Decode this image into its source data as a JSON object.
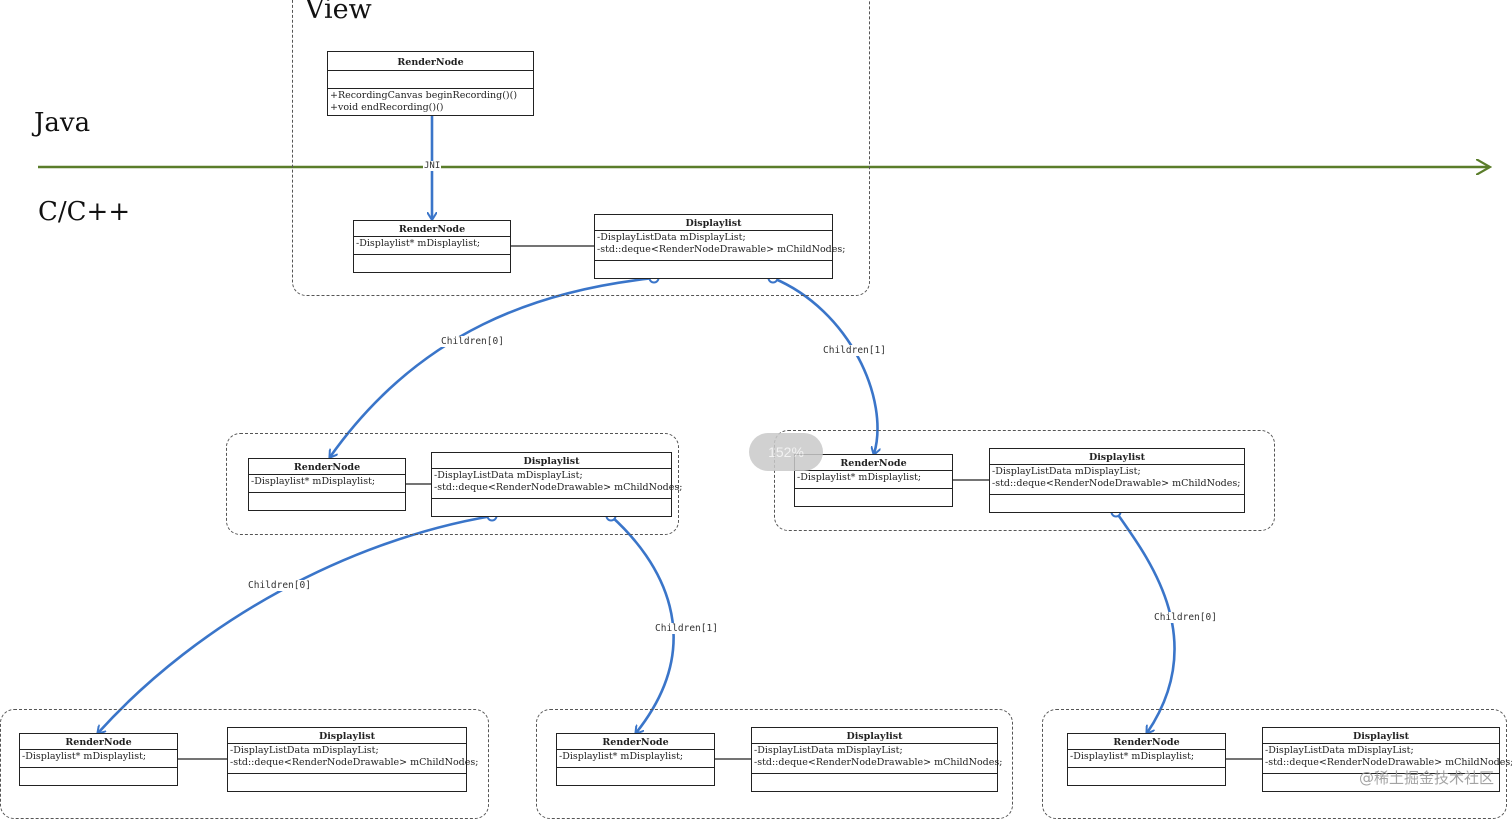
{
  "labels": {
    "view_title": "View",
    "java_lane": "Java",
    "c_lane": "C/C++",
    "jni": "JNI"
  },
  "java_render_node": {
    "name": "RenderNode",
    "op1": "+RecordingCanvas beginRecording()()",
    "op2": "+void endRecording()()"
  },
  "native_render_node": {
    "name": "RenderNode",
    "attr": "-Displaylist* mDisplaylist;"
  },
  "displaylist": {
    "name": "Displaylist",
    "attr1": "-DisplayListData mDisplayList;",
    "attr2": "-std::deque<RenderNodeDrawable> mChildNodes;"
  },
  "edges": {
    "children0": "Children[0]",
    "children1": "Children[1]"
  },
  "overlay": {
    "zoom": "152%",
    "watermark": "@稀土掘金技术社区"
  },
  "colors": {
    "arrow": "#3a75c9",
    "timeline": "#5a7d2a",
    "dashed_border": "#555555"
  }
}
